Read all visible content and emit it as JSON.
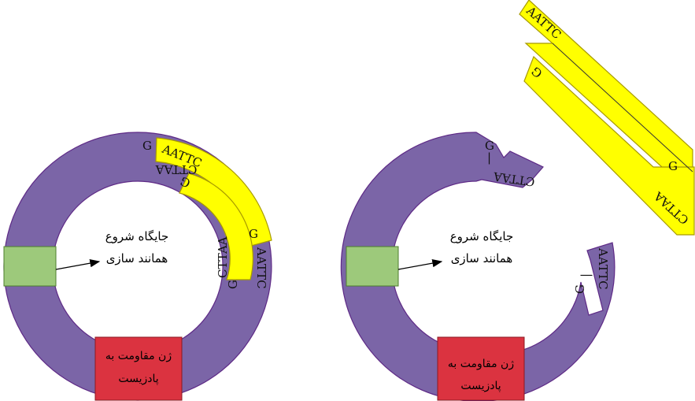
{
  "left_plasmid": {
    "origin_label_line1": "جایگاه شروع",
    "origin_label_line2": "همانند سازی",
    "resistance_gene_line1": "ژن مقاومت به",
    "resistance_gene_line2": "پادزیست",
    "insert_top_end": {
      "left_base": "G",
      "sticky": "AATTC"
    },
    "insert_top_comp": {
      "sticky": "CTTAA",
      "base": "G"
    },
    "insert_bottom_end": {
      "left_base": "G",
      "sticky": "AATTC"
    },
    "insert_bottom_comp": {
      "sticky": "CTTAA",
      "base": "G"
    }
  },
  "right_plasmid": {
    "origin_label_line1": "جایگاه شروع",
    "origin_label_line2": "همانند سازی",
    "resistance_gene_line1": "ژن مقاومت به",
    "resistance_gene_line2": "پادزیست",
    "cut_top": {
      "base": "G",
      "bond": "|",
      "sticky": "CTTAA"
    },
    "cut_bottom": {
      "sticky": "AATTC",
      "bond": "|",
      "base": "G"
    }
  },
  "fragment": {
    "top_sticky": "AATTC",
    "top_base": "G",
    "bottom_base": "G",
    "bottom_sticky": "CTTAA"
  },
  "colors": {
    "plasmid": "#7B65A7",
    "plasmid_stroke": "#5E2A86",
    "insert": "#FFFF00",
    "insert_stroke": "#A89B00",
    "origin_box": "#9DC97B",
    "resistance_box": "#DB3340",
    "background": "#FFFFFF"
  }
}
